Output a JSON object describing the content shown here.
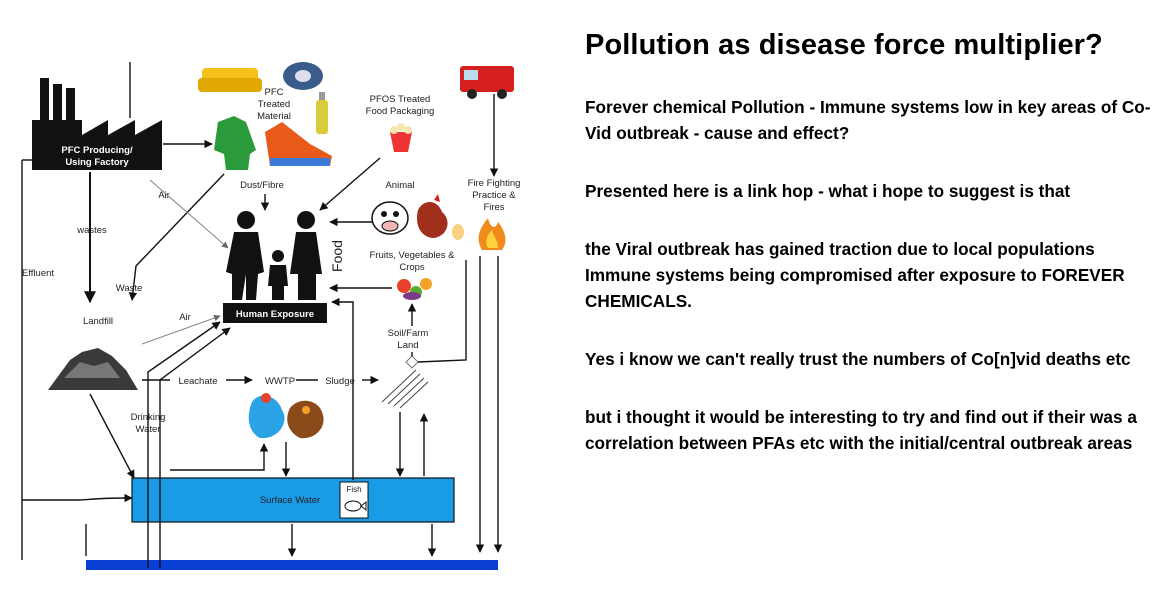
{
  "article": {
    "title": "Pollution as disease force multiplier?",
    "paragraphs": [
      "Forever chemical Pollution - Immune systems low in key areas of Co-Vid outbreak - cause and effect?",
      "Presented here is a link hop - what i hope to suggest is that",
      "the Viral outbreak has gained traction due to local populations Immune systems being compromised after exposure to FOREVER CHEMICALS.",
      "Yes i know we can't really trust the numbers of Co[n]vid deaths etc",
      "but i thought it would be interesting to try and find out if their was a correlation between PFAs etc with the initial/central outbreak areas"
    ]
  },
  "diagram": {
    "factory_label_1": "PFC Producing/",
    "factory_label_2": "Using Factory",
    "pfc_treated_1": "PFC",
    "pfc_treated_2": "Treated",
    "pfc_treated_3": "Material",
    "pfos_1": "PFOS Treated",
    "pfos_2": "Food Packaging",
    "dust_fibre": "Dust/Fibre",
    "air_1": "Air",
    "air_2": "Air",
    "wastes": "wastes",
    "effluent": "Effluent",
    "waste": "Waste",
    "landfill": "Landfill",
    "human_exposure": "Human Exposure",
    "food": "Food",
    "animal": "Animal",
    "fruits_1": "Fruits, Vegetables &",
    "fruits_2": "Crops",
    "fire_1": "Fire Fighting",
    "fire_2": "Practice &",
    "fire_3": "Fires",
    "soil_1": "Soil/Farm",
    "soil_2": "Land",
    "leachate": "Leachate",
    "wwtp": "WWTP",
    "sludge": "Sludge",
    "drinking_1": "Drinking",
    "drinking_2": "Water",
    "surface_water": "Surface Water",
    "fish": "Fish",
    "colors": {
      "water": "#1a9be6",
      "deep_water": "#0a3fd6",
      "ink": "#111111"
    }
  }
}
